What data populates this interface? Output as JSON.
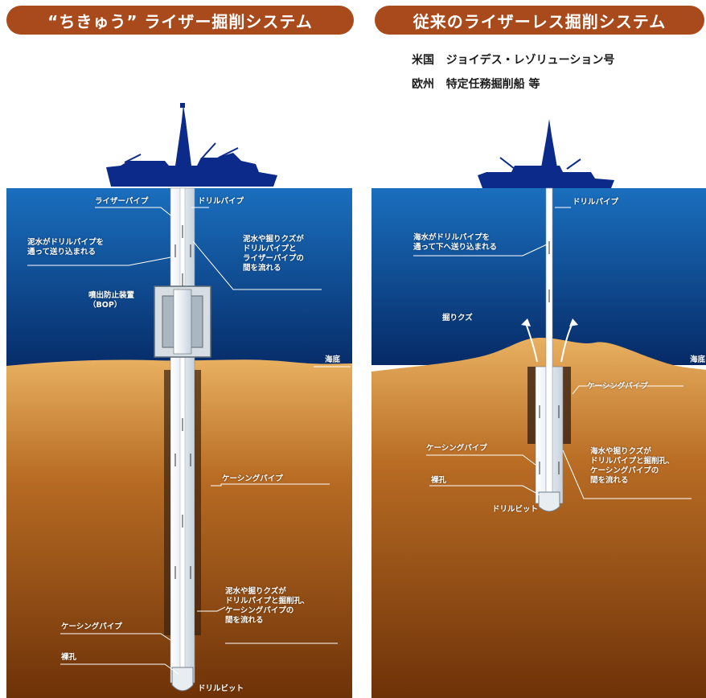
{
  "titles": {
    "left": "“ちきゅう” ライザー掘削システム",
    "right": "従来のライザーレス掘削システム"
  },
  "examples": [
    {
      "region": "米国",
      "name": "ジョイデス・レゾリューション号"
    },
    {
      "region": "欧州",
      "name": "特定任務掘削船 等"
    }
  ],
  "left_labels": {
    "riser_pipe": "ライザーパイプ",
    "drill_pipe": "ドリルパイプ",
    "mud_down_1": "泥水がドリルパイプを",
    "mud_down_2": "通って送り込まれる",
    "mud_up_1": "泥水や掘りクズが",
    "mud_up_2": "ドリルパイプと",
    "mud_up_3": "ライザーパイプの",
    "mud_up_4": "間を流れる",
    "bop_1": "噴出防止装置",
    "bop_2": "（BOP）",
    "seafloor": "海底",
    "casing_mid": "ケーシングパイプ",
    "mud_hole_1": "泥水や掘りクズが",
    "mud_hole_2": "ドリルパイプと掘削孔、",
    "mud_hole_3": "ケーシングパイプの",
    "mud_hole_4": "間を流れる",
    "casing_low": "ケーシングパイプ",
    "open_hole": "裸孔",
    "drill_bit": "ドリルビット"
  },
  "right_labels": {
    "drill_pipe": "ドリルパイプ",
    "sea_down_1": "海水がドリルパイプを",
    "sea_down_2": "通って下へ送り込まれる",
    "cuttings": "掘りクズ",
    "seafloor": "海底",
    "casing_right": "ケーシングパイプ",
    "casing_left": "ケーシングパイプ",
    "flow_1": "海水や掘りクズが",
    "flow_2": "ドリルパイプと掘削孔、",
    "flow_3": "ケーシングパイプの",
    "flow_4": "間を流れる",
    "open_hole": "裸孔",
    "drill_bit": "ドリルビット"
  }
}
